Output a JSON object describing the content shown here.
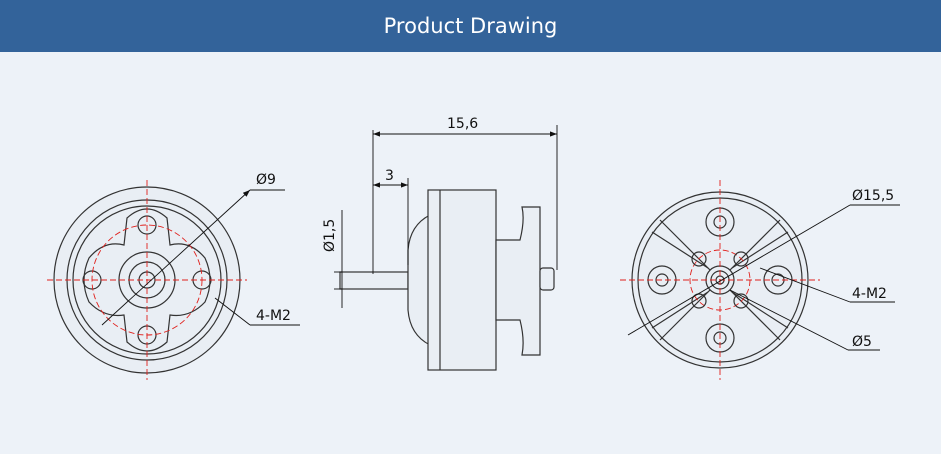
{
  "header": {
    "title": "Product Drawing"
  },
  "front_view": {
    "labels": {
      "diameter": "Ø9",
      "thread": "4-M2"
    }
  },
  "side_view": {
    "labels": {
      "length": "15,6",
      "shaft_length": "3",
      "shaft_diameter": "Ø1,5"
    }
  },
  "rear_view": {
    "labels": {
      "diameter": "Ø15,5",
      "thread": "4-M2",
      "inner_diameter": "Ø5"
    }
  },
  "colors": {
    "header": "#33639a",
    "background": "#edf2f8",
    "centerline": "#e0201c"
  }
}
